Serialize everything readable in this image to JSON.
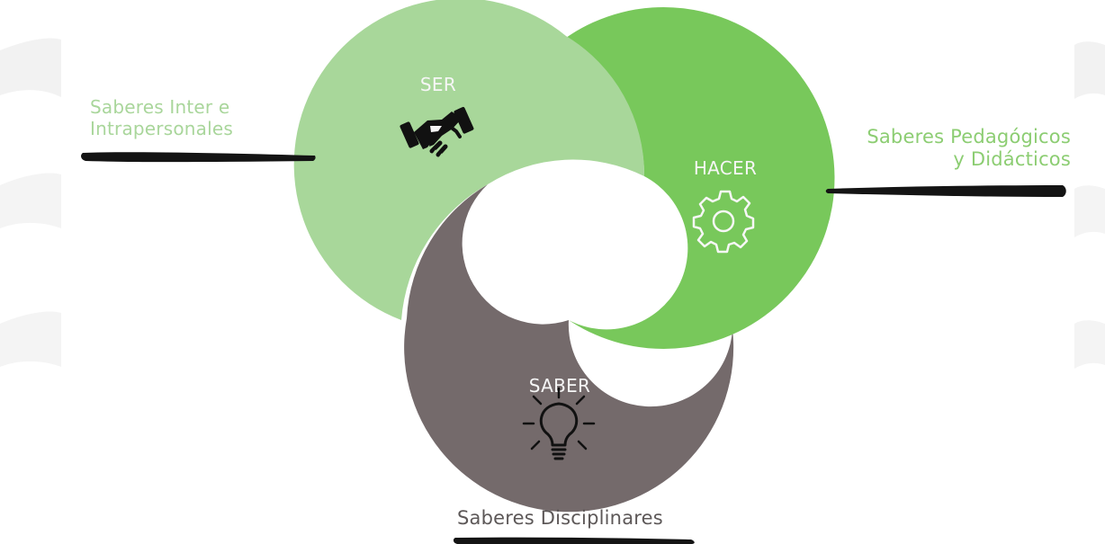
{
  "diagram": {
    "petals": {
      "ser": {
        "label": "SER",
        "icon": "handshake-icon",
        "color": "#a8d79a"
      },
      "hacer": {
        "label": "HACER",
        "icon": "gear-icon",
        "color": "#78c85b"
      },
      "saber": {
        "label": "SABER",
        "icon": "lightbulb-icon",
        "color": "#746a6b"
      }
    },
    "captions": {
      "ser": {
        "line1": "Saberes Inter e",
        "line2": "Intrapersonales",
        "color": "#a9d69b"
      },
      "hacer": {
        "line1": "Saberes Pedagógicos",
        "line2": "y Didácticos",
        "color": "#8ccd72"
      },
      "saber": {
        "line1": "Saberes Disciplinares",
        "color": "#5d5858"
      }
    },
    "background": "#ffffff"
  }
}
